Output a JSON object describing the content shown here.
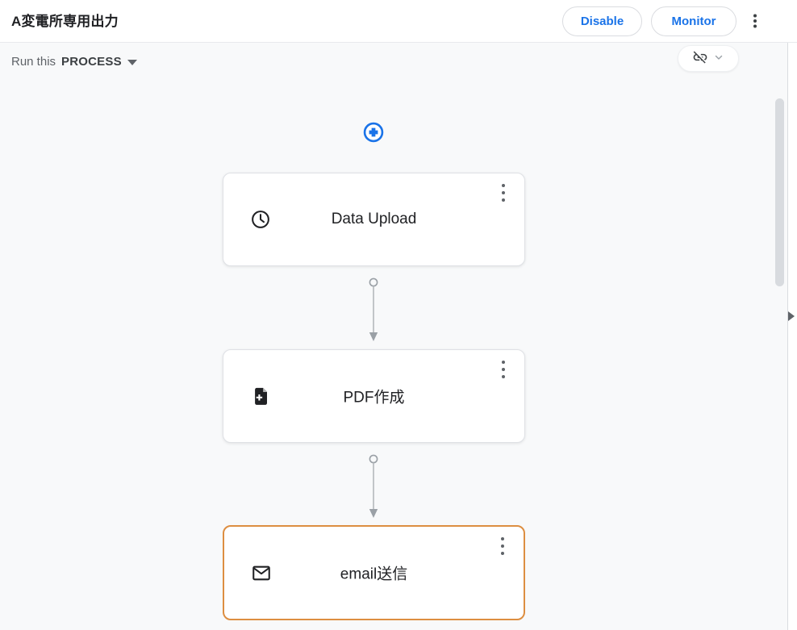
{
  "header": {
    "title": "A変電所専用出力",
    "disable_label": "Disable",
    "monitor_label": "Monitor",
    "menu_icon": "kebab-menu-icon"
  },
  "toolbar": {
    "run_this_label": "Run this",
    "process_label": "PROCESS",
    "caret_icon": "caret-down-icon",
    "visibility_button": {
      "icon": "link-off-icon",
      "chevron_icon": "chevron-down-icon"
    }
  },
  "canvas": {
    "add_step_icon": "add-circle-icon",
    "steps": [
      {
        "label": "Data Upload",
        "icon": "clock-icon",
        "selected": false
      },
      {
        "label": "PDF作成",
        "icon": "file-add-icon",
        "selected": false
      },
      {
        "label": "email送信",
        "icon": "mail-icon",
        "selected": true
      }
    ],
    "connector_count": 2
  },
  "side_panel": {
    "expand_icon": "expand-right-icon",
    "collapsed": true
  },
  "scrollbar": {
    "visible": true
  },
  "colors": {
    "accent_blue": "#1a73e8",
    "selected_orange": "#dd8e41",
    "canvas_bg": "#f8f9fa",
    "border_gray": "#dadce0",
    "text_primary": "#202124",
    "text_secondary": "#5f6368",
    "connector_gray": "#9aa0a6"
  }
}
